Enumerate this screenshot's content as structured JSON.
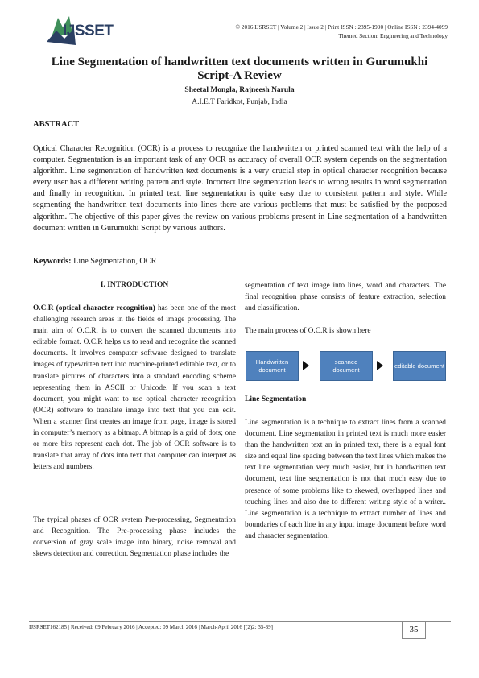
{
  "header": {
    "logo_text": "IJSSET",
    "journal_line": "© 2016 IJSRSET | Volume 2 | Issue 2 | Print ISSN : 2395-1990 | Online ISSN : 2394-4099",
    "theme_line": "Themed Section:  Engineering and Technology"
  },
  "paper": {
    "title": "Line Segmentation of handwritten text documents written in Gurumukhi Script-A Review",
    "authors": "Sheetal Mongla, Rajneesh Narula",
    "affiliation": "A.I.E.T Faridkot, Punjab, India"
  },
  "abstract": {
    "heading": "ABSTRACT",
    "body": "Optical Character Recognition (OCR) is a process to recognize the handwritten or printed scanned text with the help of a computer. Segmentation is an important task of any OCR as accuracy of overall OCR system depends on the segmentation algorithm. Line segmentation of handwritten text documents is a very crucial step in optical character recognition because every user has a different writing pattern and style. Incorrect line segmentation leads to wrong results in word segmentation and finally in recognition. In printed text, line segmentation is quite easy due to consistent pattern and style. While segmenting the handwritten text documents into lines there are various problems that must be satisfied by the proposed algorithm. The objective of this paper gives the review on various problems present in Line segmentation of a handwritten document written in Gurumukhi Script by various authors.",
    "keywords_label": "Keywords:",
    "keywords": " Line Segmentation, OCR"
  },
  "intro": {
    "heading": "I.   INTRODUCTION",
    "p1_bold": "O.C.R (optical character recognition)",
    "p1_rest": " has been one of the most challenging research areas in the fields of image processing. The main aim of O.C.R. is to convert the scanned documents into editable format. O.C.R helps us to read and recognize the scanned documents.  It involves computer software designed to translate images of typewritten text into machine-printed editable text, or to translate pictures of characters into a standard encoding scheme representing them in ASCII or Unicode. If you scan a text document, you might want to use optical character recognition (OCR) software to translate image into text that you can edit. When a scanner first creates an image from page, image is stored in computer’s memory as a bitmap. A bitmap is a grid of dots; one or more bits represent each dot. The job of OCR software is to translate that array of dots into text that computer can interpret as letters and numbers.",
    "p2": " The typical phases of OCR system Pre-processing, Segmentation and Recognition. The Pre-processing phase includes the conversion of gray scale image into binary, noise removal and skews detection and correction. Segmentation phase includes the",
    "p3": "segmentation of text image into lines, word and characters. The final recognition phase consists of feature extraction, selection and classification.",
    "p4": "The main process of O.C.R is shown here"
  },
  "flow": {
    "box1": "Handwritten document",
    "box2": "scanned document",
    "box3": "editable document"
  },
  "line_seg": {
    "heading": "Line Segmentation",
    "body": "Line segmentation is a technique to extract lines from a scanned document. Line segmentation in printed text is much more easier than the handwritten text an in printed text, there is a equal font size and equal line spacing between the text lines which makes the text line segmentation very much easier, but in handwritten text document, text line segmentation is not that much easy due to presence of some problems like to skewed, overlapped lines and touching lines and also due to different writing style of a writer.. Line segmentation is a technique to extract number of lines and boundaries of each line in any input image document before word and character segmentation."
  },
  "footer": {
    "text": "IJSRSET162185 | Received: 09 February 2016 | Accepted: 09 March 2016 | March-April 2016 [(2)2: 35-39]",
    "page": "35"
  },
  "colors": {
    "logo_blue": "#2b3f63",
    "logo_green": "#3f8f5a",
    "flow_box": "#4f81bd"
  }
}
